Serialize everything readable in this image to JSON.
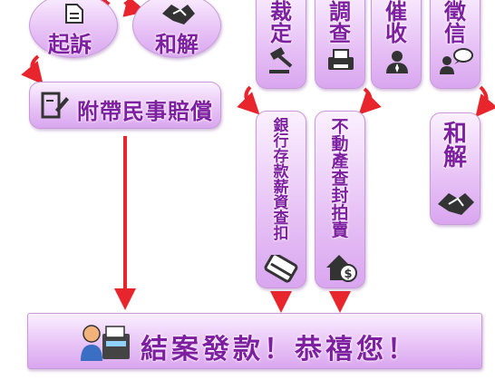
{
  "nodes": {
    "sue": "起訴",
    "settle_top": "和解",
    "civil_claim": "附帶民事賠償",
    "ruling": "裁\n定",
    "investigate": "調\n查",
    "collect": "催\n收",
    "credit": "徵\n信",
    "bank_seizure": "銀\n行\n存\n款\n薪\n資\n查\n扣",
    "property_auction": "不\n動\n產\n查\n封\n拍\n賣",
    "settle_right": "和\n解",
    "final": "結案發款！恭禧您！"
  },
  "colors": {
    "text": "#7d1fa0",
    "node_fill": "#e8c4f6",
    "arrow": "#e8252d"
  },
  "icons": [
    "document-icon",
    "handshake-icon",
    "signing-icon",
    "gavel-icon",
    "printer-icon",
    "person-icon",
    "speech-person-icon",
    "credit-card-icon",
    "house-money-icon",
    "cashier-icon"
  ]
}
